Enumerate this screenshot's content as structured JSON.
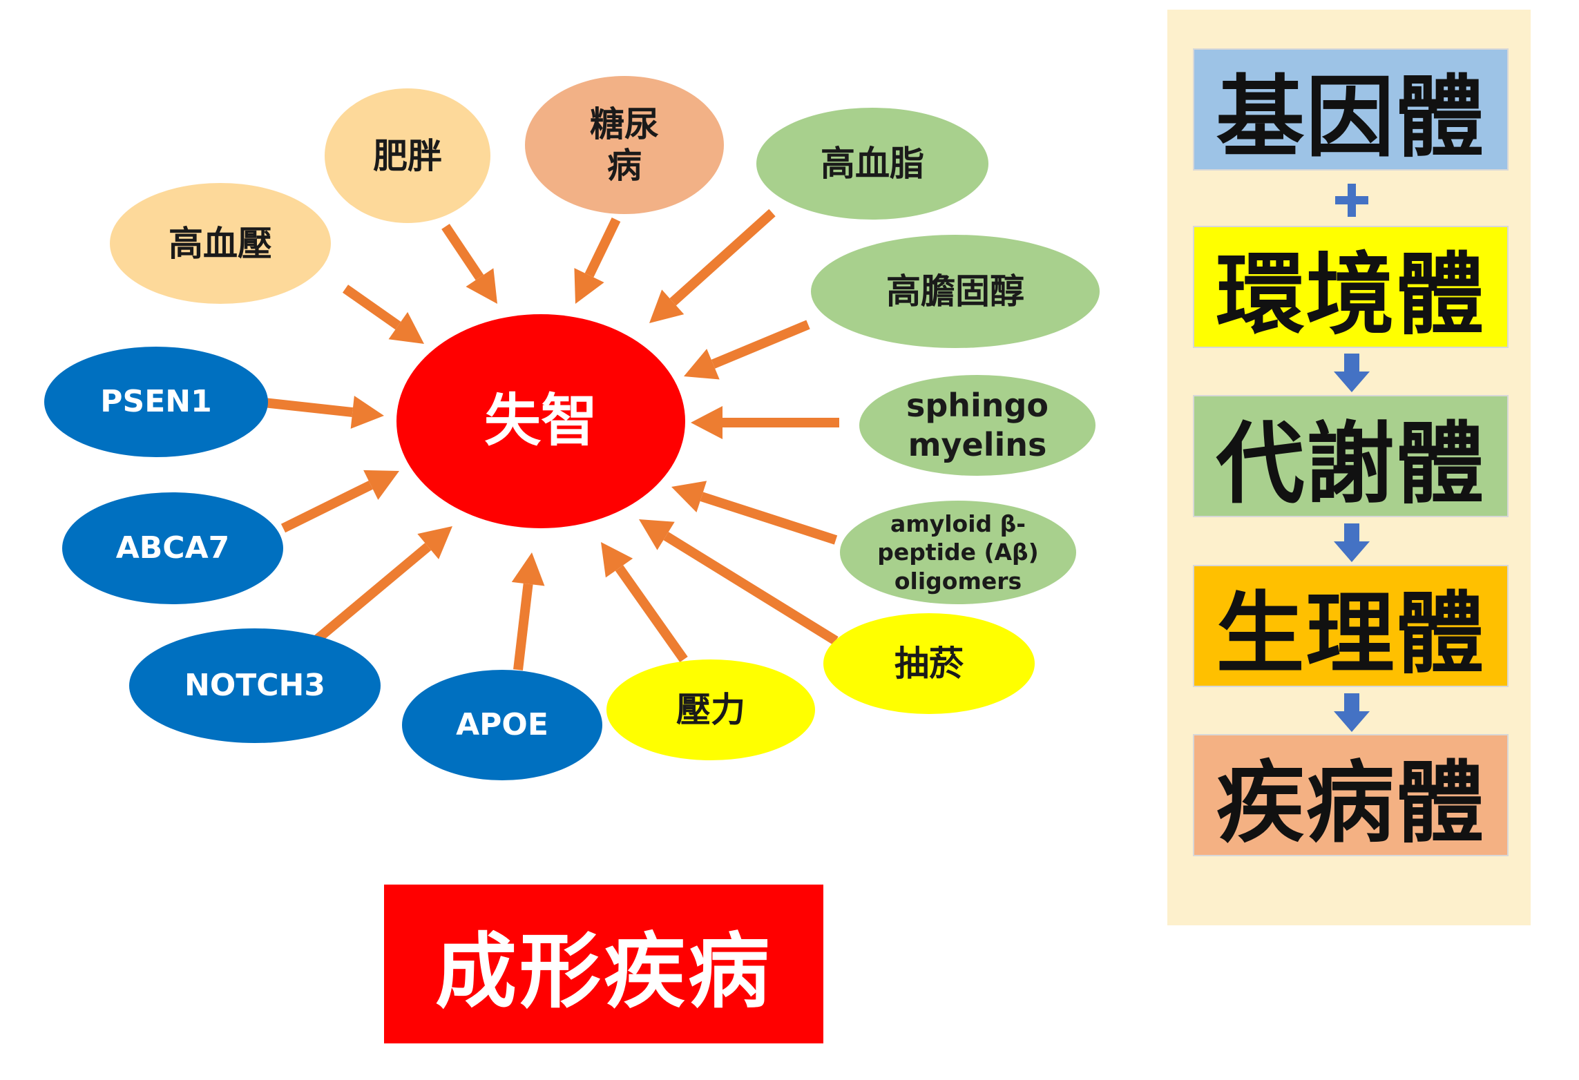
{
  "diagram": {
    "center": {
      "label": "失智",
      "color": "#ff0000"
    },
    "factors": [
      {
        "id": "hypertension",
        "label": "高血壓",
        "color": "#fdd99a"
      },
      {
        "id": "obesity",
        "label": "肥胖",
        "color": "#fdd99a"
      },
      {
        "id": "diabetes",
        "label": "糖尿\n病",
        "color": "#f2b186"
      },
      {
        "id": "hyperlipidemia",
        "label": "高血脂",
        "color": "#a8d08d"
      },
      {
        "id": "hypercholesterol",
        "label": "高膽固醇",
        "color": "#a8d08d"
      },
      {
        "id": "sphingomyelins",
        "label": "sphingo\nmyelins",
        "color": "#a8d08d"
      },
      {
        "id": "amyloid",
        "label": "amyloid β-\npeptide (Aβ)\noligomers",
        "color": "#a8d08d"
      },
      {
        "id": "smoking",
        "label": "抽菸",
        "color": "#ffff00"
      },
      {
        "id": "stress",
        "label": "壓力",
        "color": "#ffff00"
      },
      {
        "id": "apoe",
        "label": "APOE",
        "color": "#0070c0"
      },
      {
        "id": "notch3",
        "label": "NOTCH3",
        "color": "#0070c0"
      },
      {
        "id": "abca7",
        "label": "ABCA7",
        "color": "#0070c0"
      },
      {
        "id": "psen1",
        "label": "PSEN1",
        "color": "#0070c0"
      }
    ],
    "arrow_color": "#ed7d31",
    "result_label": "成形疾病"
  },
  "omics_chain": {
    "items": [
      {
        "label": "基因體",
        "color": "#9dc3e6"
      },
      {
        "label": "環境體",
        "color": "#ffff00"
      },
      {
        "label": "代謝體",
        "color": "#a9d08e"
      },
      {
        "label": "生理體",
        "color": "#ffc000"
      },
      {
        "label": "疾病體",
        "color": "#f4b183"
      }
    ],
    "connectors": [
      "plus-icon",
      "arrow-down-icon",
      "arrow-down-icon",
      "arrow-down-icon"
    ],
    "connector_color": "#4472c4",
    "panel_color": "#fdf0cc"
  }
}
